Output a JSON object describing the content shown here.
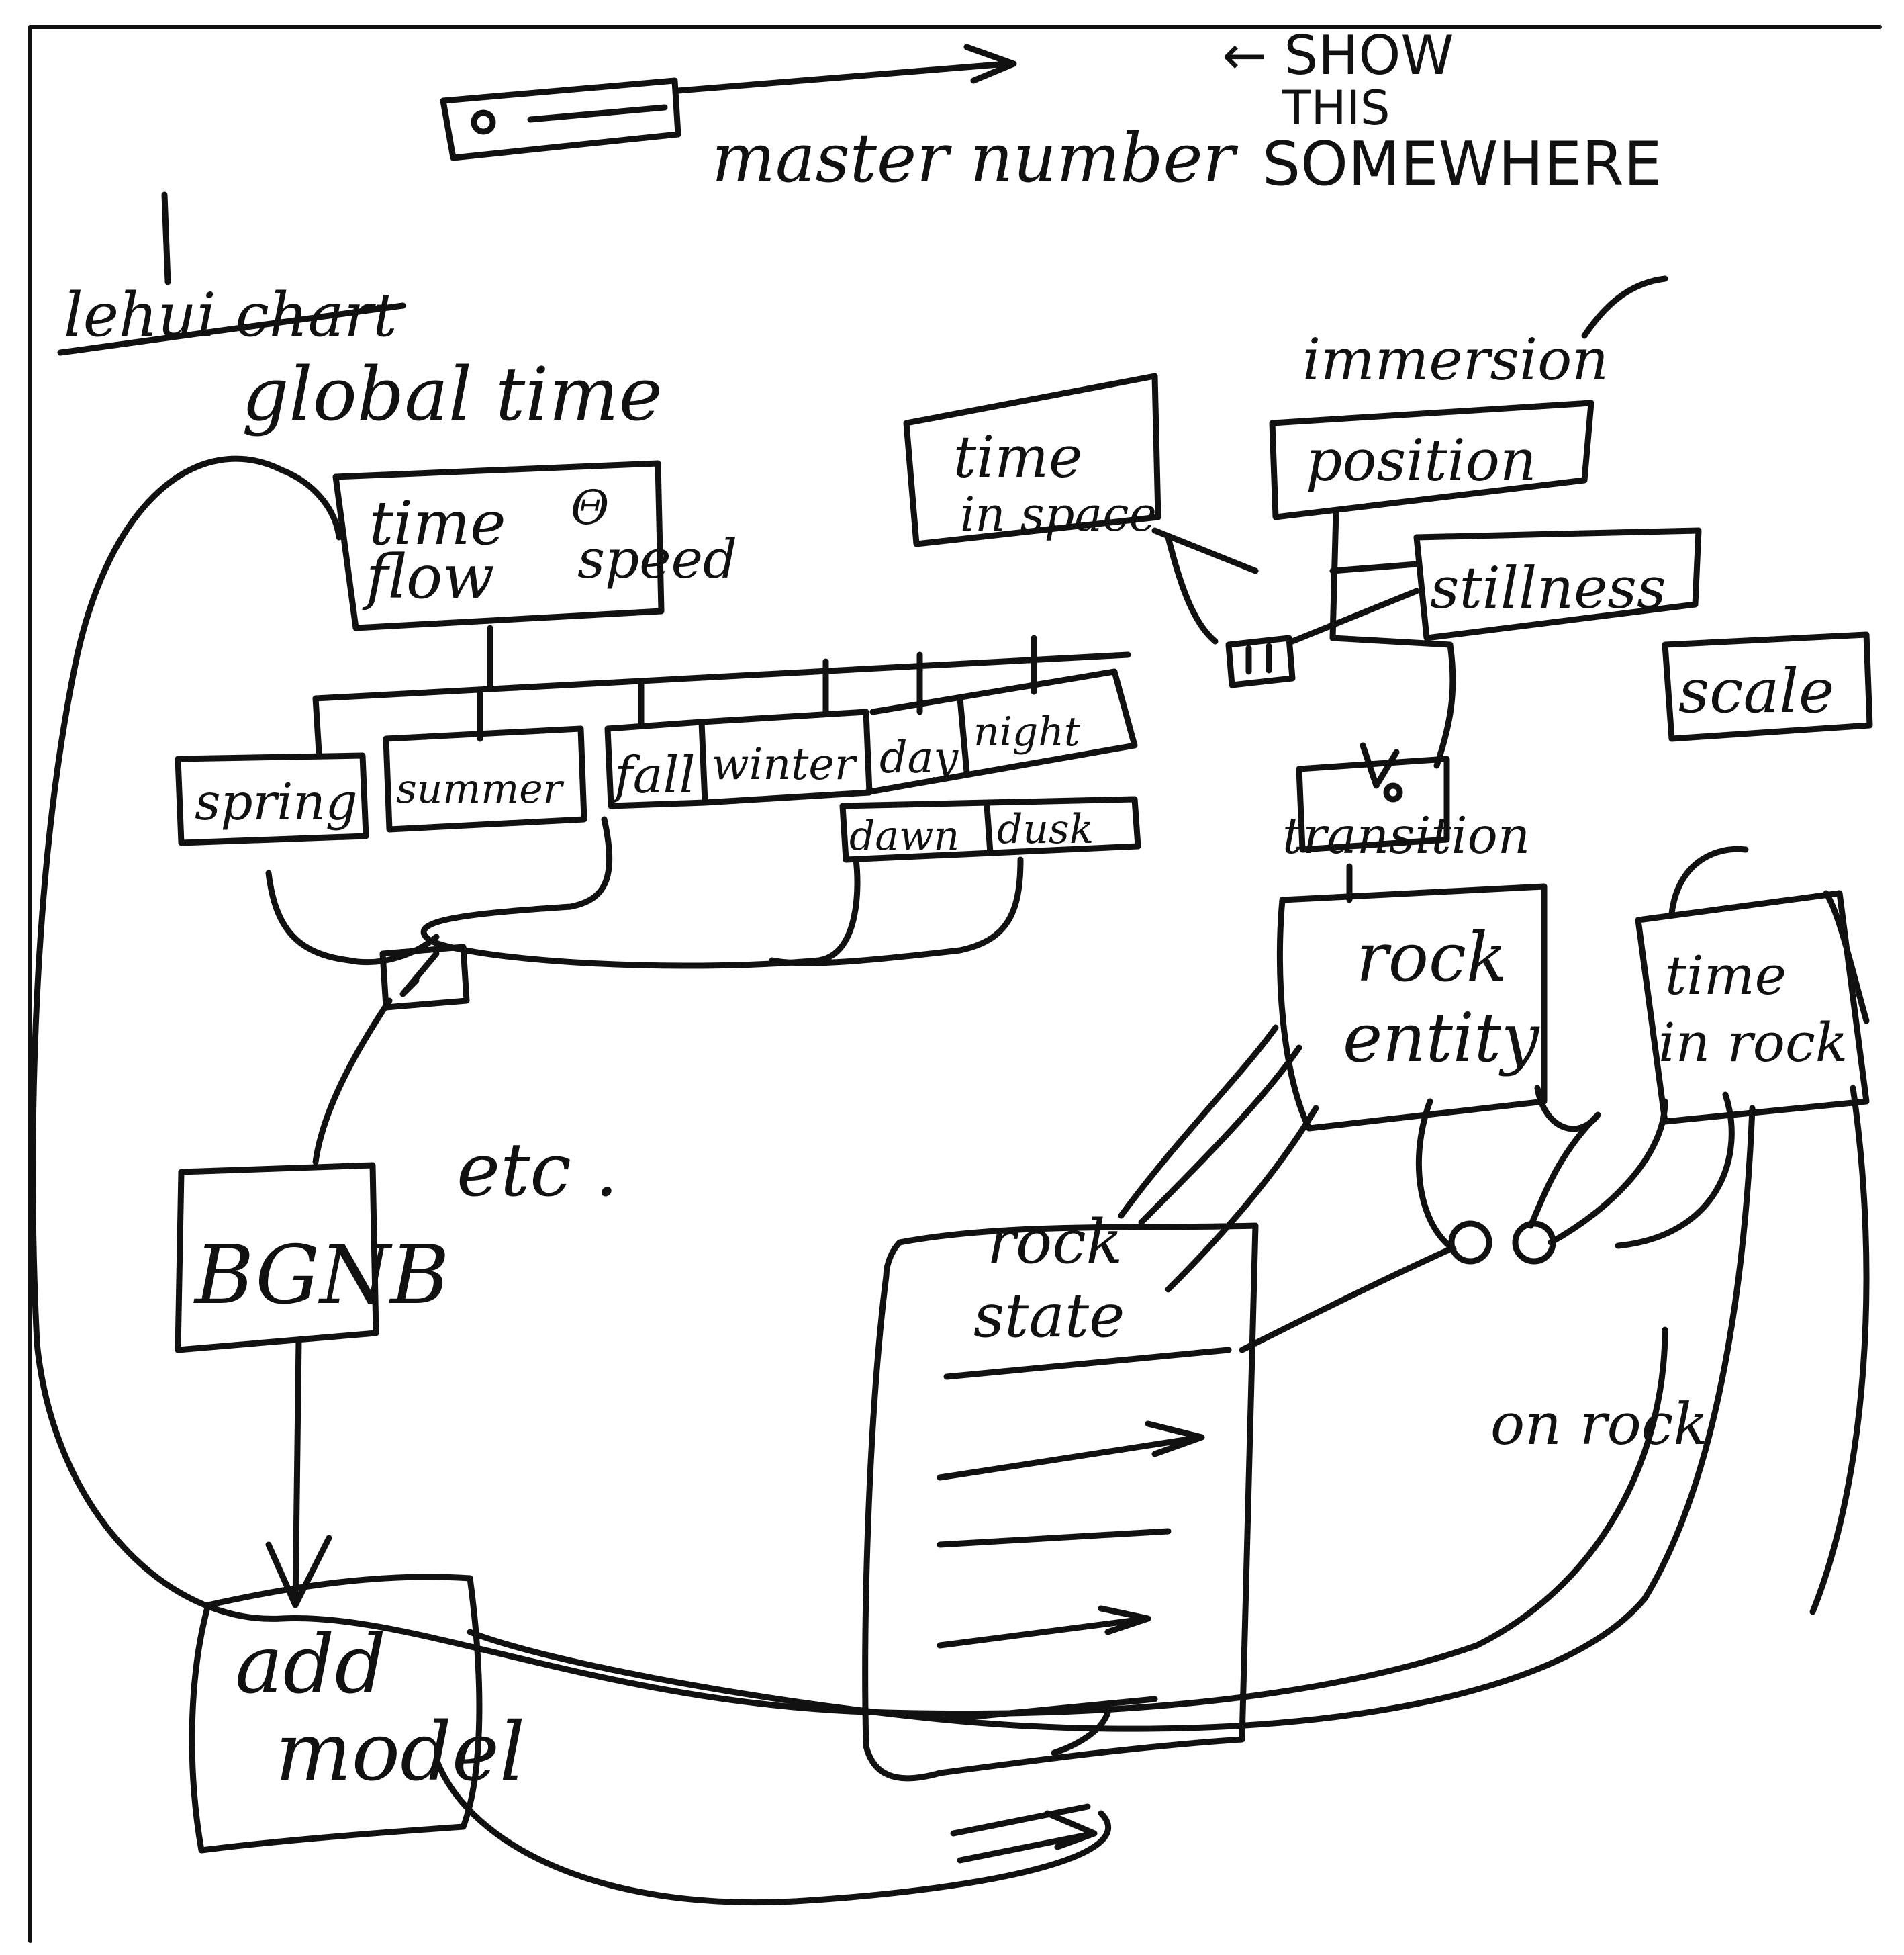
{
  "colors": {
    "ink": "#111111",
    "paper": "#ffffff"
  },
  "slider": {
    "label": "master number"
  },
  "note": {
    "line1": "← SHOW",
    "line2": "THIS",
    "line3": "SOMEWHERE"
  },
  "chart_label": "lehui chart",
  "global_time": "global time",
  "time_flow": {
    "line1": "time",
    "line2": "flow",
    "speed": "speed"
  },
  "seasons": [
    "spring",
    "summer",
    "fall",
    "winter"
  ],
  "day_parts": {
    "day": "day",
    "night": "night",
    "dawn": "dawn",
    "dusk": "dusk"
  },
  "time_in_space": {
    "line1": "time",
    "line2": "in space"
  },
  "immersion": "immersion",
  "position": "position",
  "stillness": "stillness",
  "scale": "scale",
  "transition": "transition",
  "rock_entity": {
    "line1": "rock",
    "line2": "entity"
  },
  "time_in_rock": {
    "line1": "time",
    "line2": "in rock"
  },
  "rock_state": {
    "line1": "rock",
    "line2": "state"
  },
  "on_rock": "on rock",
  "etc": "etc .",
  "bgnb": "BGNB",
  "add_model": {
    "line1": "add",
    "line2": "model"
  }
}
